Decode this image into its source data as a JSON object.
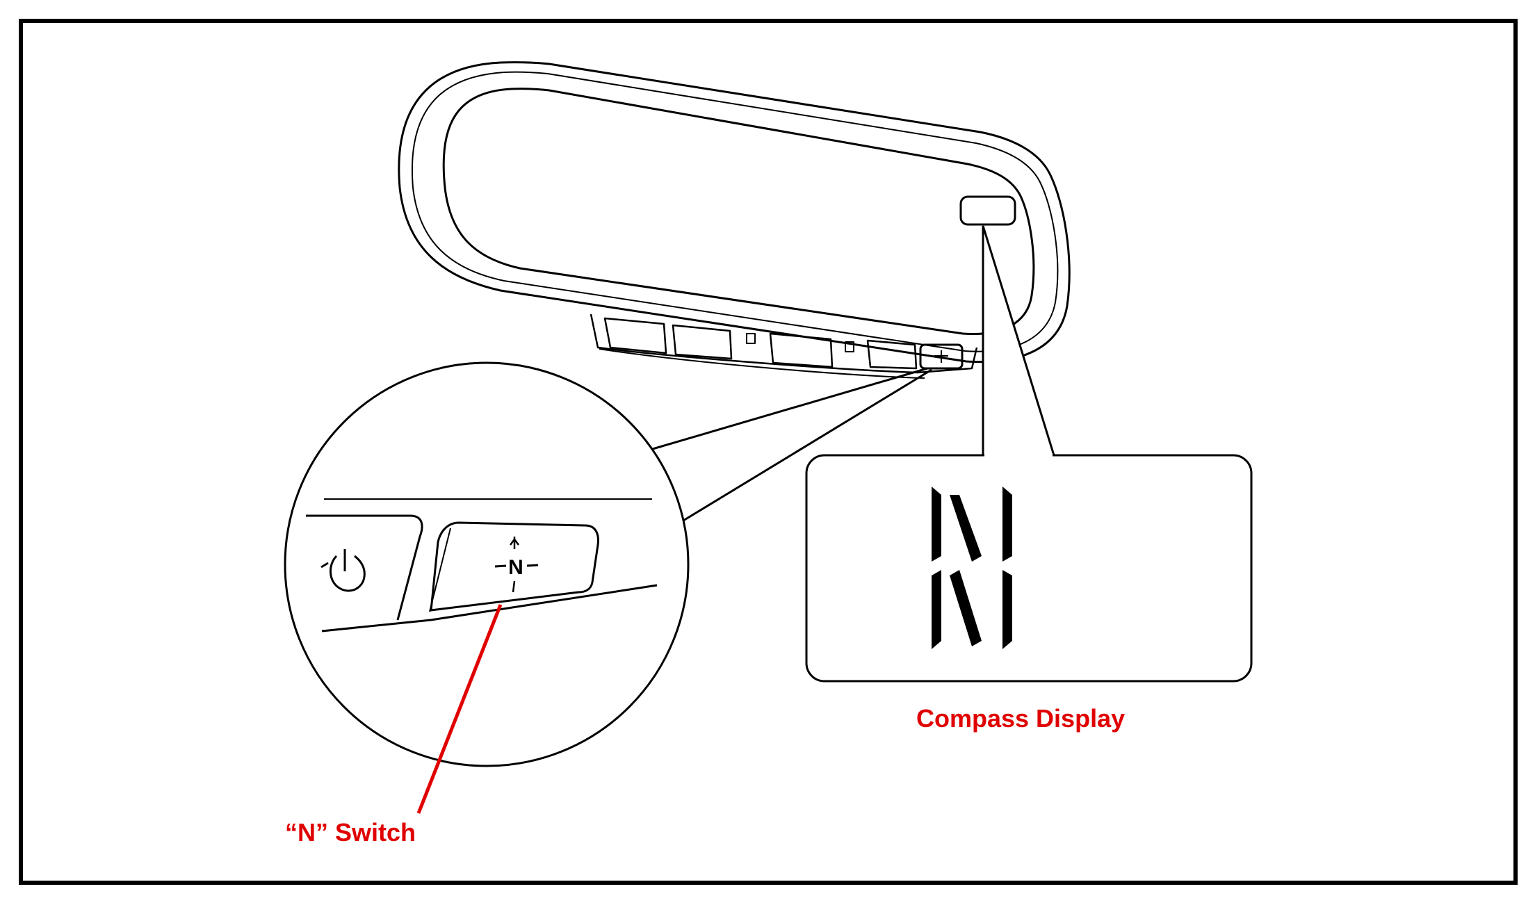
{
  "diagram": {
    "labels": {
      "n_switch": "“N” Switch",
      "compass_display": "Compass Display"
    },
    "switch_glyph": "N",
    "compass_readout": "N",
    "colors": {
      "line": "#000000",
      "callout": "#e00000",
      "background": "#ffffff"
    },
    "icons": [
      "power-icon",
      "compass-n-icon"
    ]
  }
}
